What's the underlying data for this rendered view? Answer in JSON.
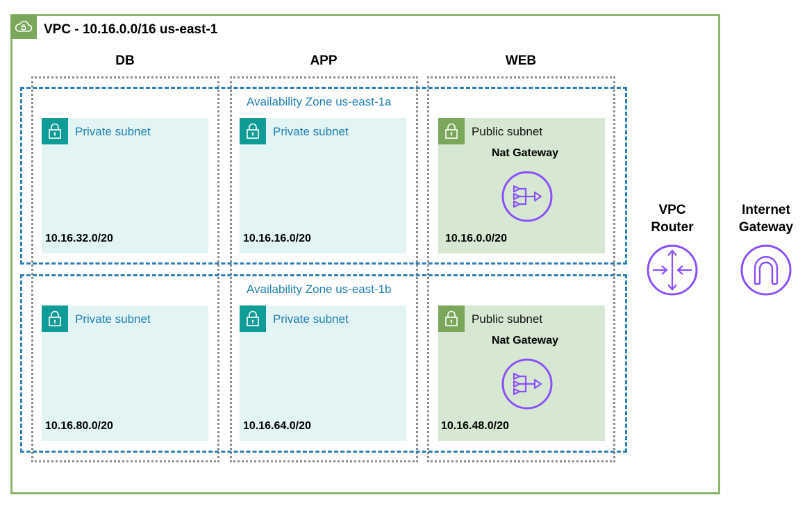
{
  "vpc": {
    "title": "VPC - 10.16.0.0/16 us-east-1",
    "icon": "cloud-lock-icon"
  },
  "tiers": [
    {
      "title": "DB"
    },
    {
      "title": "APP"
    },
    {
      "title": "WEB"
    }
  ],
  "zones": [
    {
      "label": "Availability Zone us-east-1a"
    },
    {
      "label": "Availability Zone us-east-1b"
    }
  ],
  "subnets": {
    "a_db": {
      "label": "Private subnet",
      "cidr": "10.16.32.0/20"
    },
    "a_app": {
      "label": "Private subnet",
      "cidr": "10.16.16.0/20"
    },
    "a_web": {
      "label": "Public subnet",
      "cidr": "10.16.0.0/20",
      "service": "Nat Gateway"
    },
    "b_db": {
      "label": "Private subnet",
      "cidr": "10.16.80.0/20"
    },
    "b_app": {
      "label": "Private subnet",
      "cidr": "10.16.64.0/20"
    },
    "b_web": {
      "label": "Public subnet",
      "cidr": "10.16.48.0/20",
      "service": "Nat Gateway"
    }
  },
  "router": {
    "label_line1": "VPC",
    "label_line2": "Router",
    "icon": "router-icon"
  },
  "igw": {
    "label_line1": "Internet",
    "label_line2": "Gateway",
    "icon": "internet-gateway-icon"
  },
  "colors": {
    "vpc_border": "#8ab56a",
    "az_border": "#2a7fb6",
    "private_bg": "#e3f4f4",
    "public_bg": "#d6e8d2",
    "aws_purple": "#8c4fff"
  }
}
